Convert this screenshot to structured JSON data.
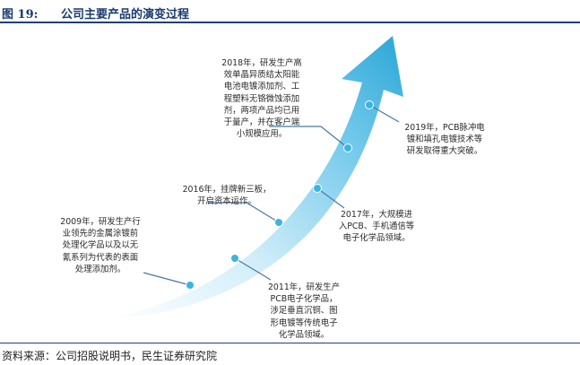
{
  "figure": {
    "number": "图 19:",
    "title": "公司主要产品的演变过程"
  },
  "milestones": [
    {
      "id": "2009",
      "text": "2009年，研发生产行\n业领先的金属涂镀前\n处理化学品以及以无\n氰系列为代表的表面\n处理添加剂。"
    },
    {
      "id": "2011",
      "text": "2011年，研发生产\nPCB电子化学品，\n涉足垂直沉铜、图\n形电镀等传统电子\n化学品领域。"
    },
    {
      "id": "2016",
      "text": "2016年，挂牌新三板，\n开启资本运作。"
    },
    {
      "id": "2017",
      "text": "2017年，大规模进\n入PCB、手机通信等\n电子化学品领域。"
    },
    {
      "id": "2018",
      "text": "2018年，研发生产高\n效单晶异质结太阳能\n电池电镀添加剂、工\n程塑料无铬微蚀添加\n剂，两项产品均已用\n于量产，并在客户端\n小规模应用。"
    },
    {
      "id": "2019",
      "text": "2019年，PCB脉冲电\n镀和填孔电镀技术等\n研发取得重大突破。"
    }
  ],
  "source": "资料来源：公司招股说明书，民生证券研究院",
  "colors": {
    "arrow_light": "#e8f6fc",
    "arrow_dark": "#2aa6d6",
    "dot": "#3ab4e0",
    "leader": "#4a78a8",
    "title": "#1a3a6e"
  }
}
